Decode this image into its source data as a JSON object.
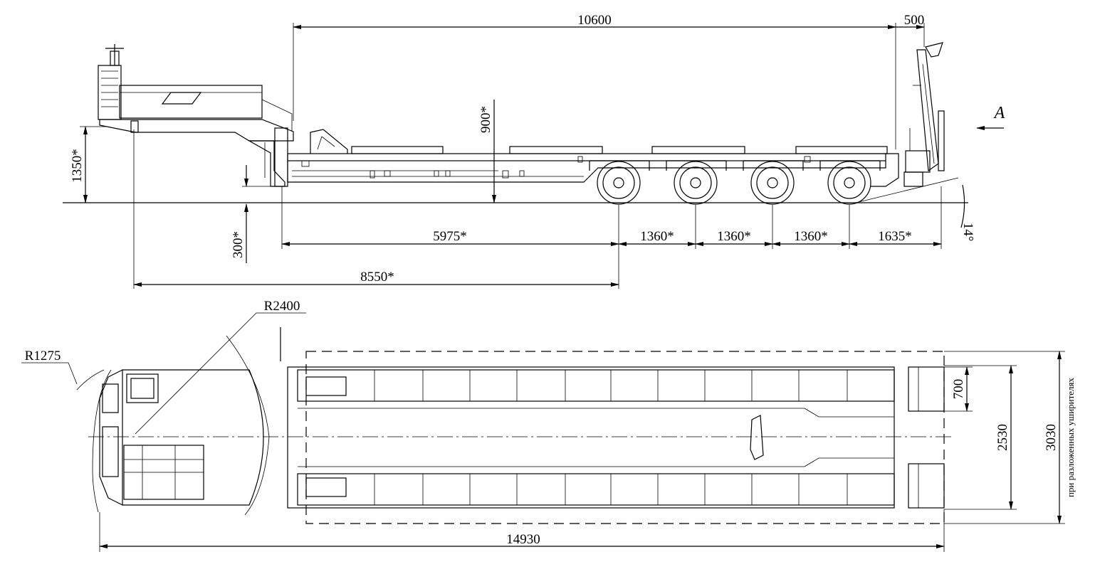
{
  "side_view": {
    "overall_deck_length": "10600",
    "rear_overhang": "500",
    "front_deck_height": "1350*",
    "gooseneck_step": "900*",
    "loading_height": "300*",
    "kingpin_to_axle": "5975*",
    "kingpin_ref_length": "8550*",
    "axle_spacings": [
      "1360*",
      "1360*",
      "1360*"
    ],
    "rear_axle_to_end": "1635*",
    "ramp_angle": "14°",
    "view_marker": "А"
  },
  "top_view": {
    "front_radius": "R1275",
    "swing_radius": "R2400",
    "overall_length": "14930",
    "ramp_width": "700",
    "body_width": "2530",
    "extended_width": "3030",
    "extended_width_note": "при разложенных уширителях"
  }
}
